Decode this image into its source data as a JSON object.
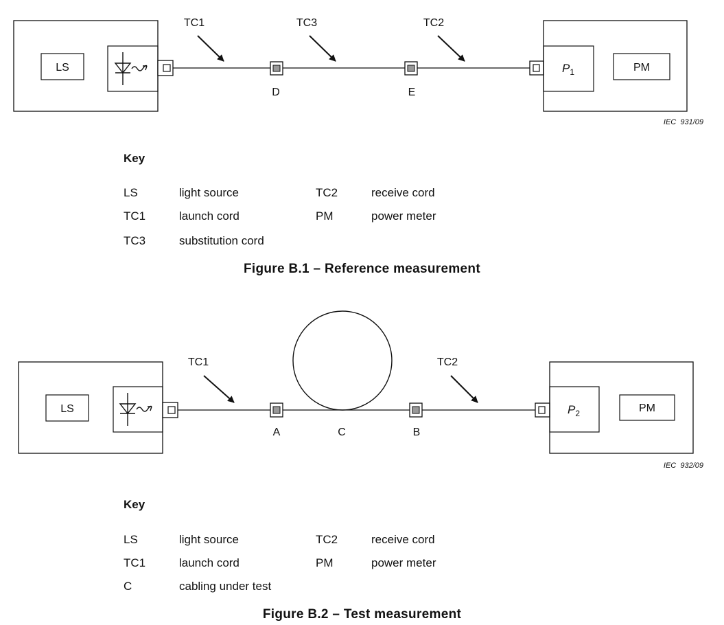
{
  "figure1": {
    "labels": {
      "ls": "LS",
      "pm": "PM",
      "p_letter": "P",
      "p_sub": "1",
      "cord_left": "TC1",
      "cord_mid": "TC3",
      "cord_right": "TC2",
      "conn_left": "D",
      "conn_right": "E",
      "iec_ref": "IEC  931/09"
    },
    "key_title": "Key",
    "key": [
      {
        "abbr": "LS",
        "desc": "light source"
      },
      {
        "abbr": "TC2",
        "desc": "receive cord"
      },
      {
        "abbr": "TC1",
        "desc": "launch cord"
      },
      {
        "abbr": "PM",
        "desc": "power meter"
      },
      {
        "abbr": "TC3",
        "desc": "substitution cord"
      }
    ],
    "caption": "Figure B.1 – Reference measurement"
  },
  "figure2": {
    "labels": {
      "ls": "LS",
      "pm": "PM",
      "p_letter": "P",
      "p_sub": "2",
      "cord_left": "TC1",
      "cord_right": "TC2",
      "conn_left": "A",
      "cable": "C",
      "conn_right": "B",
      "iec_ref": "IEC  932/09"
    },
    "key_title": "Key",
    "key": [
      {
        "abbr": "LS",
        "desc": "light source"
      },
      {
        "abbr": "TC2",
        "desc": "receive cord"
      },
      {
        "abbr": "TC1",
        "desc": "launch cord"
      },
      {
        "abbr": "PM",
        "desc": "power meter"
      },
      {
        "abbr": "C",
        "desc": "cabling under test"
      }
    ],
    "caption": "Figure B.2 – Test measurement"
  }
}
